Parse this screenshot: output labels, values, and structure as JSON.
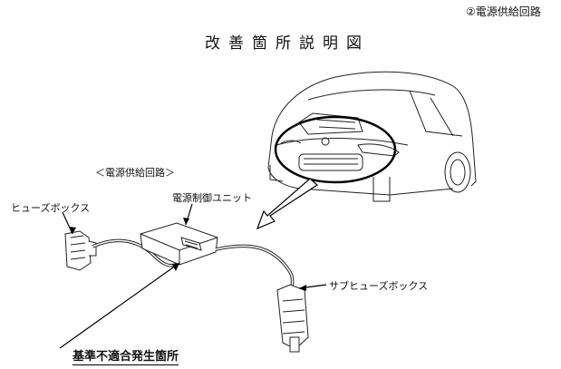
{
  "header": {
    "corner_label": "②電源供給回路",
    "title": "改善箇所説明図"
  },
  "diagram": {
    "section_label": "＜電源供給回路＞",
    "labels": {
      "fuse_box": "ヒューズボックス",
      "power_control_unit": "電源制御ユニット",
      "sub_fuse_box": "サブヒューズボックス",
      "defect_location": "基準不適合発生箇所"
    }
  }
}
